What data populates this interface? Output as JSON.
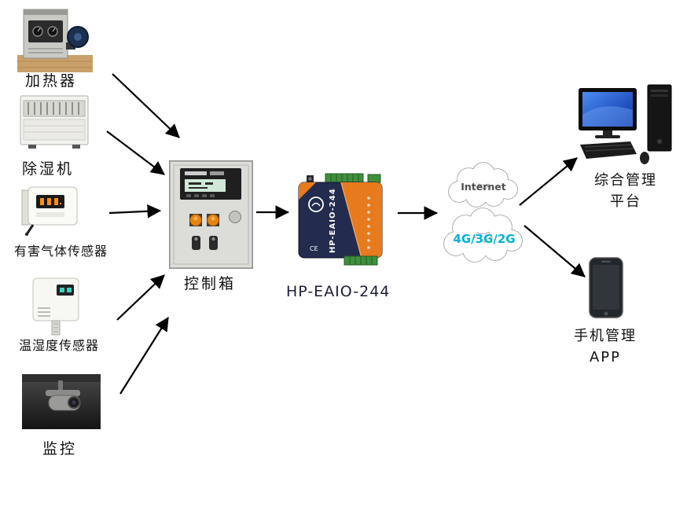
{
  "diagram": {
    "devices": {
      "heater": {
        "label": "加热器"
      },
      "dehumidifier": {
        "label": "除湿机"
      },
      "gas_sensor": {
        "label": "有害气体传感器"
      },
      "temp_humidity_sensor": {
        "label": "温湿度传感器"
      },
      "camera": {
        "label": "监控"
      }
    },
    "control_box": {
      "label": "控制箱"
    },
    "gateway": {
      "caption": "HP-EAIO-244",
      "device_text": "HP-EAIO-244",
      "ce_mark": "CE"
    },
    "clouds": {
      "internet": {
        "label": "Internet",
        "text_color": "#4f4f4f"
      },
      "cellular": {
        "label": "4G/3G/2G",
        "text_color": "#00b3d7"
      }
    },
    "platform": {
      "line1": "综合管理",
      "line2": "平台"
    },
    "mobile": {
      "line1": "手机管理",
      "line2": "APP"
    },
    "colors": {
      "arrow": "#000000",
      "gateway_orange": "#e87a1e",
      "gateway_navy": "#232c4e",
      "monitor_screen_blue": "#2f6fe4",
      "button_orange": "#e8820c"
    }
  }
}
